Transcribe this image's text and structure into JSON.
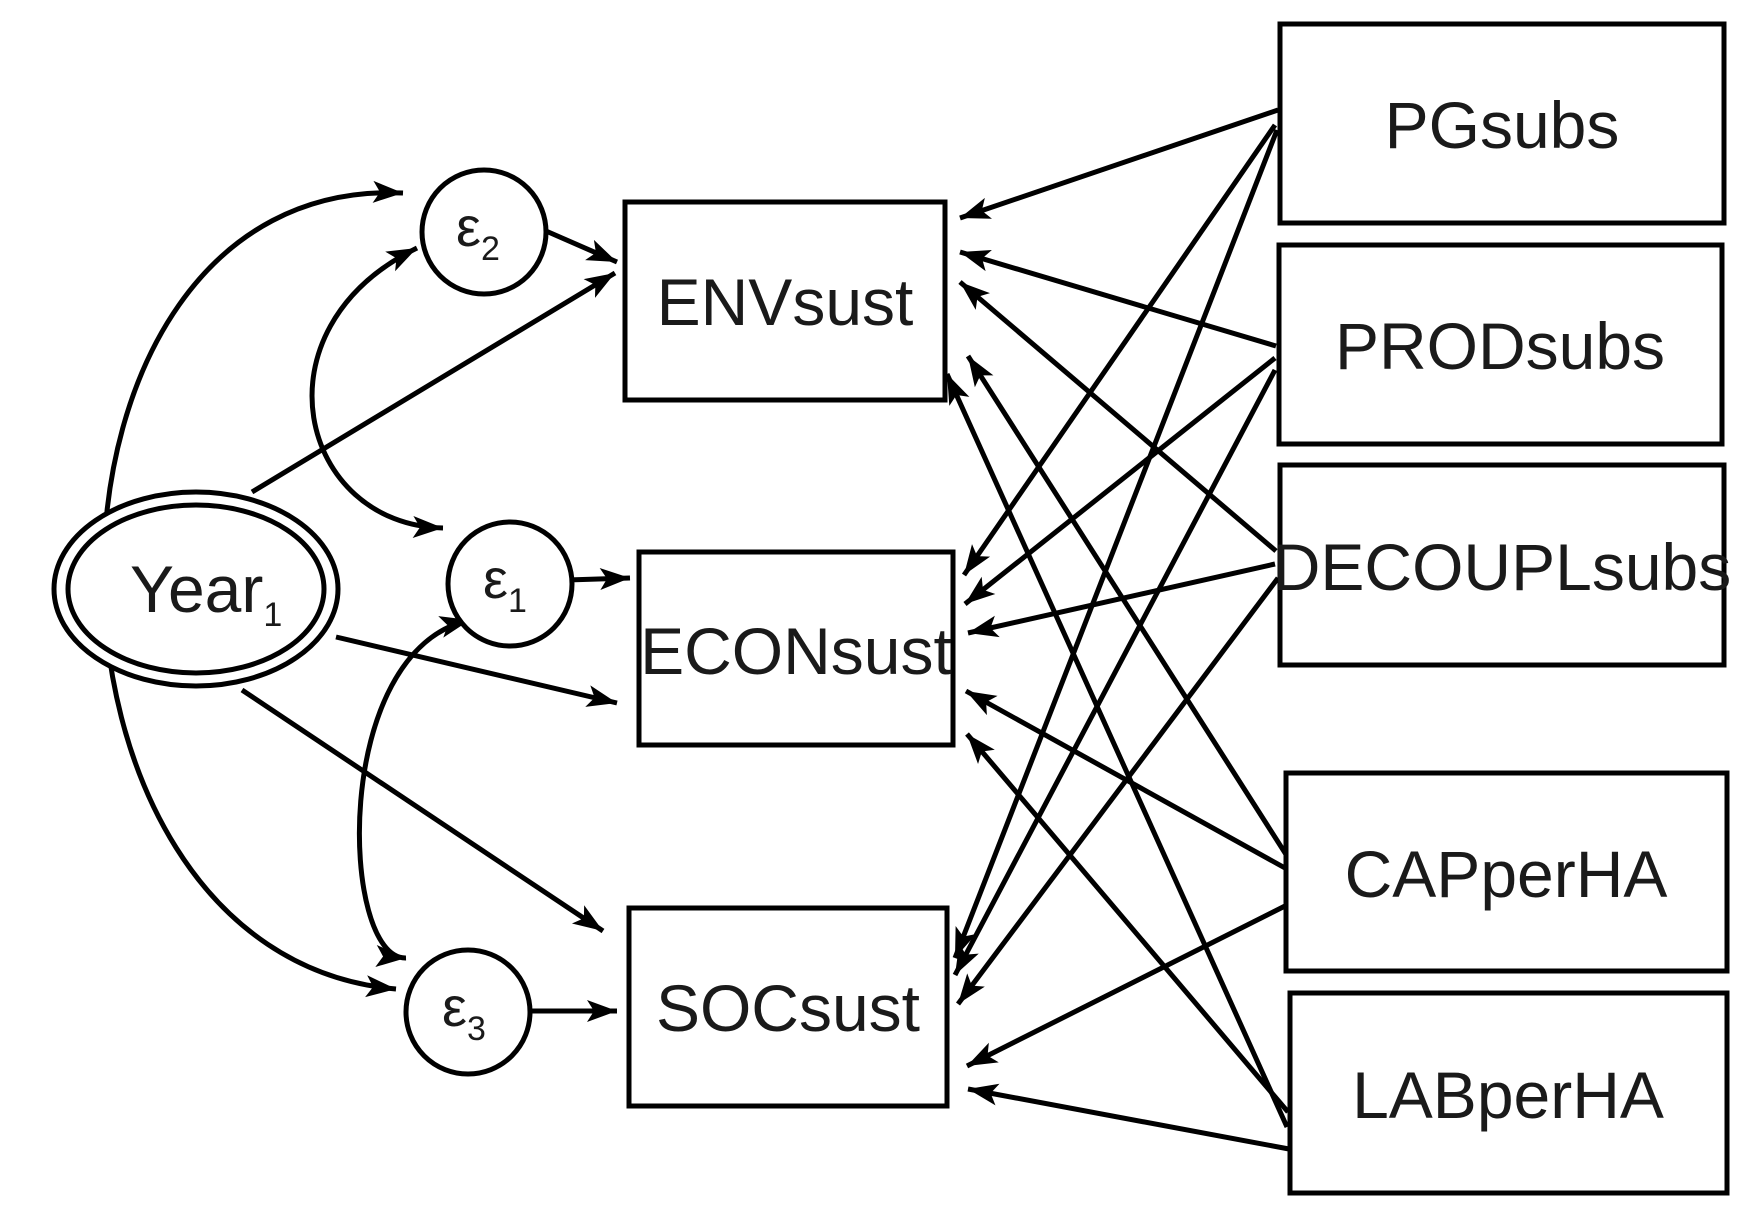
{
  "nodes": {
    "year": {
      "label": "Year",
      "sub": "1"
    },
    "e1": {
      "label": "ε",
      "sub": "1"
    },
    "e2": {
      "label": "ε",
      "sub": "2"
    },
    "e3": {
      "label": "ε",
      "sub": "3"
    },
    "env": {
      "label": "ENVsust"
    },
    "econ": {
      "label": "ECONsust"
    },
    "soc": {
      "label": "SOCsust"
    },
    "pg": {
      "label": "PGsubs"
    },
    "prod": {
      "label": "PRODsubs"
    },
    "decoupl": {
      "label": "DECOUPLsubs"
    },
    "cap": {
      "label": "CAPperHA"
    },
    "lab": {
      "label": "LABperHA"
    }
  },
  "edges": [
    {
      "from": "Year",
      "to": "ENVsust"
    },
    {
      "from": "Year",
      "to": "ECONsust"
    },
    {
      "from": "Year",
      "to": "SOCsust"
    },
    {
      "from": "ε2",
      "to": "ENVsust"
    },
    {
      "from": "ε1",
      "to": "ECONsust"
    },
    {
      "from": "ε3",
      "to": "SOCsust"
    },
    {
      "from": "PGsubs",
      "to": "ENVsust"
    },
    {
      "from": "PGsubs",
      "to": "ECONsust"
    },
    {
      "from": "PGsubs",
      "to": "SOCsust"
    },
    {
      "from": "PRODsubs",
      "to": "ENVsust"
    },
    {
      "from": "PRODsubs",
      "to": "ECONsust"
    },
    {
      "from": "PRODsubs",
      "to": "SOCsust"
    },
    {
      "from": "DECOUPLsubs",
      "to": "ENVsust"
    },
    {
      "from": "DECOUPLsubs",
      "to": "ECONsust"
    },
    {
      "from": "DECOUPLsubs",
      "to": "SOCsust"
    },
    {
      "from": "CAPperHA",
      "to": "ENVsust"
    },
    {
      "from": "CAPperHA",
      "to": "ECONsust"
    },
    {
      "from": "CAPperHA",
      "to": "SOCsust"
    },
    {
      "from": "LABperHA",
      "to": "ENVsust"
    },
    {
      "from": "LABperHA",
      "to": "ECONsust"
    },
    {
      "from": "LABperHA",
      "to": "SOCsust"
    }
  ],
  "covariances": [
    {
      "between": [
        "Year",
        "ε2"
      ]
    },
    {
      "between": [
        "Year",
        "ε3"
      ]
    },
    {
      "between": [
        "ε2",
        "ε1"
      ]
    },
    {
      "between": [
        "ε1",
        "ε3"
      ]
    }
  ]
}
